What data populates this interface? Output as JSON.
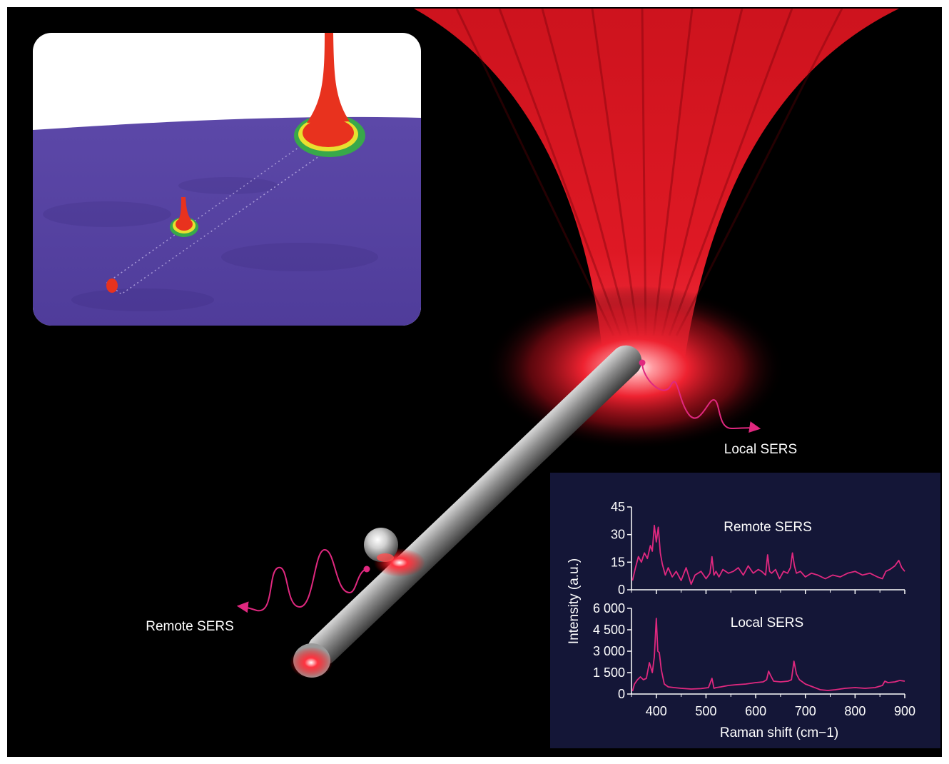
{
  "labels": {
    "local_sers": "Local SERS",
    "remote_sers": "Remote SERS"
  },
  "colors": {
    "background": "#000000",
    "laser": "#e8182a",
    "spectrum": "#e0287f",
    "wave": "#e0287f",
    "panel": "#141637",
    "inset_surface": "#5a46a5",
    "axis": "#ffffff"
  },
  "chart_data": {
    "type": "line",
    "xlabel": "Raman shift (cm−1)",
    "ylabel": "Intensity (a.u.)",
    "x_ticks": [
      400,
      500,
      600,
      700,
      800,
      900
    ],
    "xlim": [
      350,
      900
    ],
    "panels": [
      {
        "name": "Remote SERS",
        "ylim": [
          0,
          45
        ],
        "y_ticks": [
          0,
          15,
          30,
          45
        ],
        "y_tick_labels": [
          "0",
          "15",
          "30",
          "45"
        ],
        "series": [
          {
            "name": "Remote SERS",
            "x": [
              352,
              358,
              364,
              370,
              376,
              382,
              388,
              392,
              396,
              400,
              404,
              408,
              412,
              418,
              424,
              432,
              440,
              450,
              460,
              470,
              478,
              490,
              500,
              508,
              512,
              516,
              520,
              526,
              534,
              545,
              555,
              565,
              575,
              585,
              595,
              605,
              612,
              620,
              624,
              628,
              632,
              640,
              648,
              656,
              664,
              670,
              674,
              678,
              682,
              690,
              700,
              712,
              725,
              740,
              755,
              770,
              785,
              800,
              815,
              830,
              845,
              855,
              862,
              870,
              880,
              888,
              894,
              900
            ],
            "values": [
              5,
              12,
              18,
              15,
              20,
              17,
              24,
              21,
              35,
              26,
              34,
              20,
              14,
              8,
              12,
              7,
              10,
              5,
              12,
              3,
              8,
              10,
              6,
              9,
              18,
              8,
              10,
              7,
              11,
              9,
              10,
              12,
              8,
              13,
              9,
              11,
              10,
              8,
              19,
              10,
              9,
              11,
              6,
              10,
              9,
              12,
              20,
              13,
              9,
              10,
              7,
              9,
              8,
              6,
              8,
              7,
              9,
              10,
              8,
              9,
              7,
              6,
              10,
              11,
              13,
              16,
              12,
              10
            ]
          }
        ]
      },
      {
        "name": "Local SERS",
        "ylim": [
          0,
          6000
        ],
        "y_ticks": [
          0,
          1500,
          3000,
          4500,
          6000
        ],
        "y_tick_labels": [
          "0",
          "1 500",
          "3 000",
          "4 500",
          "6 000"
        ],
        "series": [
          {
            "name": "Local SERS",
            "x": [
              352,
              356,
              362,
              368,
              374,
              380,
              386,
              392,
              396,
              400,
              403,
              406,
              410,
              416,
              424,
              436,
              450,
              470,
              490,
              505,
              512,
              516,
              520,
              530,
              545,
              560,
              580,
              600,
              615,
              622,
              626,
              630,
              636,
              650,
              665,
              672,
              677,
              682,
              688,
              700,
              715,
              730,
              745,
              760,
              780,
              800,
              820,
              840,
              855,
              860,
              866,
              880,
              890,
              900
            ],
            "values": [
              200,
              700,
              1000,
              1200,
              1000,
              1100,
              2200,
              1500,
              2600,
              5300,
              3000,
              2900,
              1700,
              700,
              500,
              450,
              400,
              350,
              380,
              450,
              1100,
              400,
              450,
              500,
              600,
              650,
              700,
              800,
              850,
              1000,
              1600,
              1300,
              900,
              850,
              900,
              1000,
              2300,
              1400,
              1000,
              700,
              500,
              300,
              250,
              300,
              400,
              450,
              400,
              450,
              600,
              900,
              800,
              850,
              950,
              900
            ]
          }
        ]
      }
    ]
  }
}
